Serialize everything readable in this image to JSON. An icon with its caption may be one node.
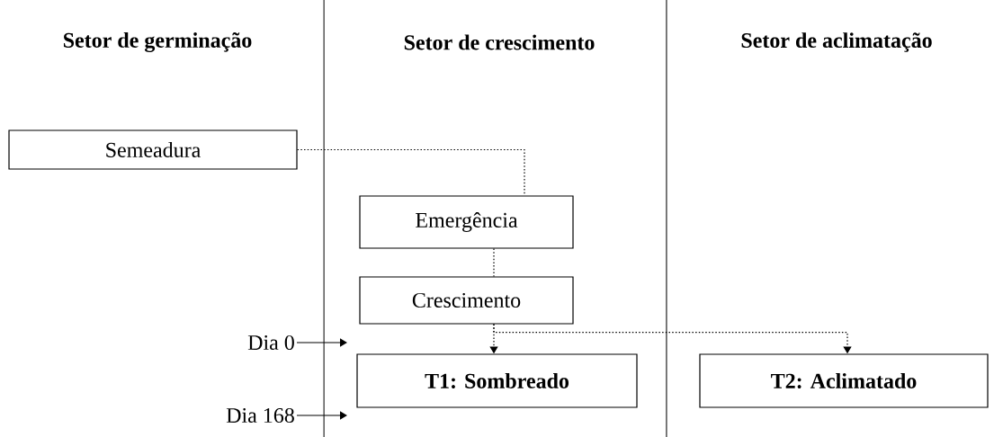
{
  "diagram": {
    "nodes": [
      {
        "text": [
          "Semeadura"
        ]
      },
      {
        "text": [
          "Emergência"
        ]
      },
      {
        "text": [
          "Crescimento"
        ]
      },
      {
        "text": [
          "T1: Sombreado"
        ]
      },
      {
        "text": [
          "T2: Aclimatado"
        ]
      },
      {
        "text": [
          "Dia 0"
        ]
      },
      {
        "text": [
          "Dia 168"
        ]
      }
    ],
    "edges": [
      {
        "from": 0,
        "to": 1,
        "arrow": "none",
        "style": "dashed"
      },
      {
        "from": 1,
        "to": 2,
        "arrow": "none",
        "style": "dashed"
      },
      {
        "from": 2,
        "to": 3,
        "arrow": "to",
        "style": "dashed"
      },
      {
        "from": 2,
        "to": 4,
        "arrow": "to",
        "style": "dashed"
      },
      {
        "from": 5,
        "to": null,
        "arrow": "to"
      },
      {
        "from": 6,
        "to": null,
        "arrow": "to"
      }
    ],
    "labels": [
      "Setor de germinação",
      "Setor de crescimento",
      "Setor de aclimatação"
    ]
  }
}
